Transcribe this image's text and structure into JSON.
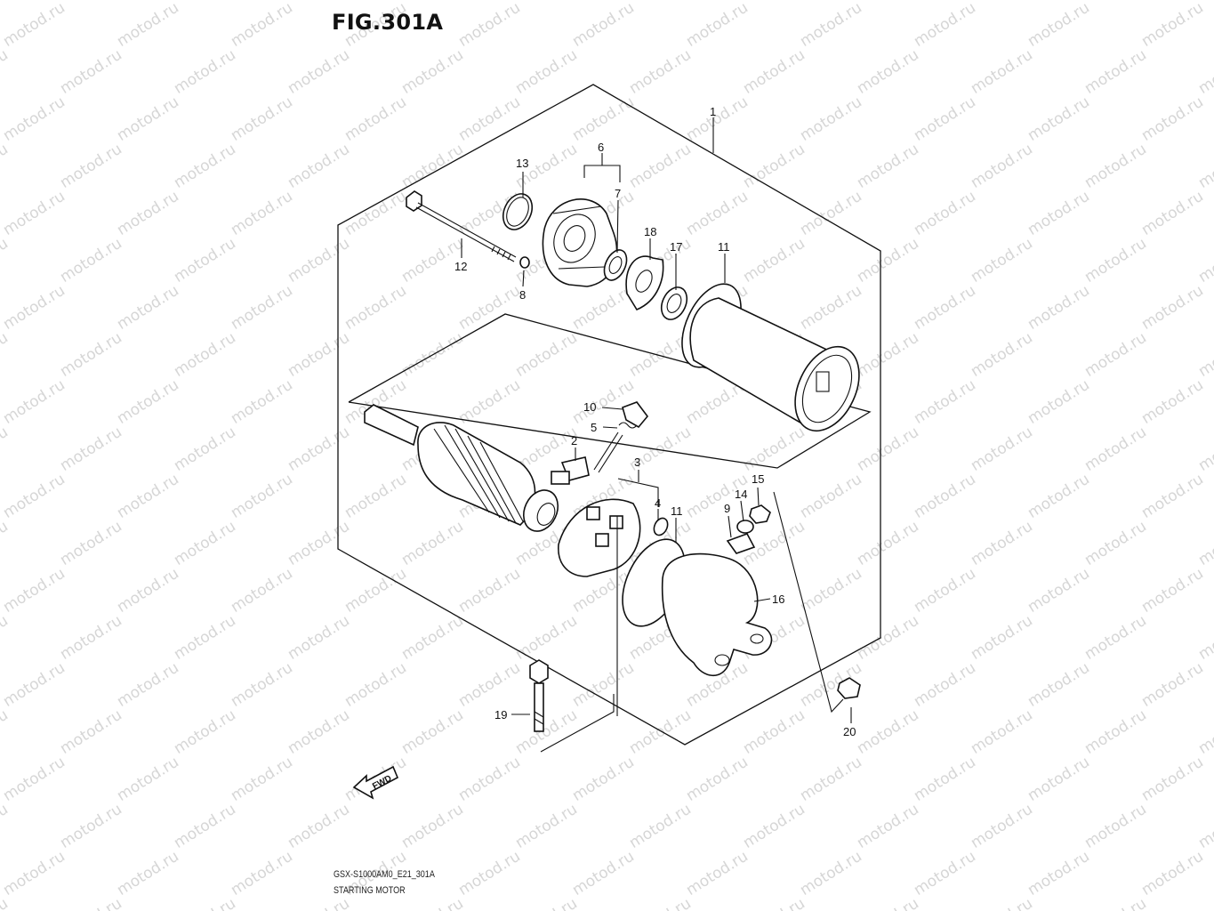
{
  "figure": {
    "title": "FIG.301A",
    "model_code": "GSX-S1000AM0_E21_301A",
    "caption": "STARTING MOTOR"
  },
  "watermark": {
    "text": "motod.ru"
  },
  "fwd_arrow": {
    "label": "FWD"
  },
  "callouts": [
    {
      "id": "c1",
      "label": "1"
    },
    {
      "id": "c2",
      "label": "2"
    },
    {
      "id": "c3",
      "label": "3"
    },
    {
      "id": "c4",
      "label": "4"
    },
    {
      "id": "c5",
      "label": "5"
    },
    {
      "id": "c6",
      "label": "6"
    },
    {
      "id": "c7",
      "label": "7"
    },
    {
      "id": "c8",
      "label": "8"
    },
    {
      "id": "c9",
      "label": "9"
    },
    {
      "id": "c10",
      "label": "10"
    },
    {
      "id": "c11a",
      "label": "11"
    },
    {
      "id": "c11b",
      "label": "11"
    },
    {
      "id": "c12",
      "label": "12"
    },
    {
      "id": "c13",
      "label": "13"
    },
    {
      "id": "c14",
      "label": "14"
    },
    {
      "id": "c15",
      "label": "15"
    },
    {
      "id": "c16",
      "label": "16"
    },
    {
      "id": "c17",
      "label": "17"
    },
    {
      "id": "c18",
      "label": "18"
    },
    {
      "id": "c19",
      "label": "19"
    },
    {
      "id": "c20",
      "label": "20"
    }
  ]
}
